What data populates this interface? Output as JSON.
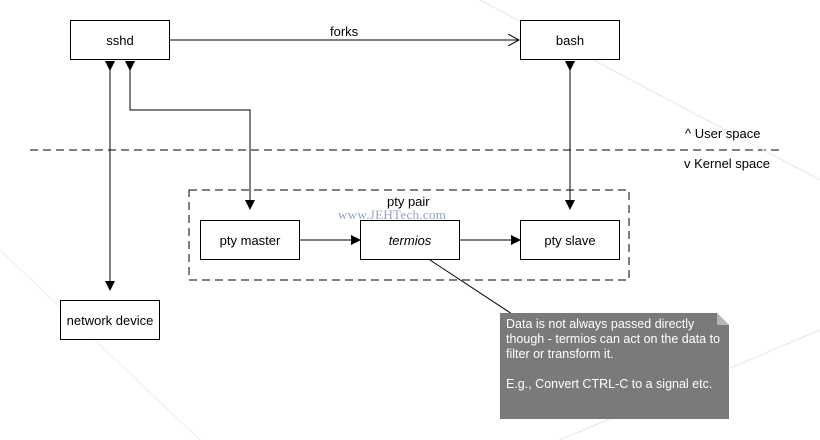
{
  "nodes": {
    "sshd": "sshd",
    "bash": "bash",
    "pty_master": "pty master",
    "termios": "termios",
    "pty_slave": "pty slave",
    "network_device": "network device"
  },
  "labels": {
    "forks": "forks",
    "pty_pair": "pty pair",
    "user_space": "^ User space",
    "kernel_space": "v Kernel space"
  },
  "watermark": "www.JEHTech.com",
  "note": {
    "line1": "Data is not always passed directly though - termios can act on the data to filter or transform it.",
    "line2": "E.g., Convert CTRL-C to a signal etc."
  }
}
